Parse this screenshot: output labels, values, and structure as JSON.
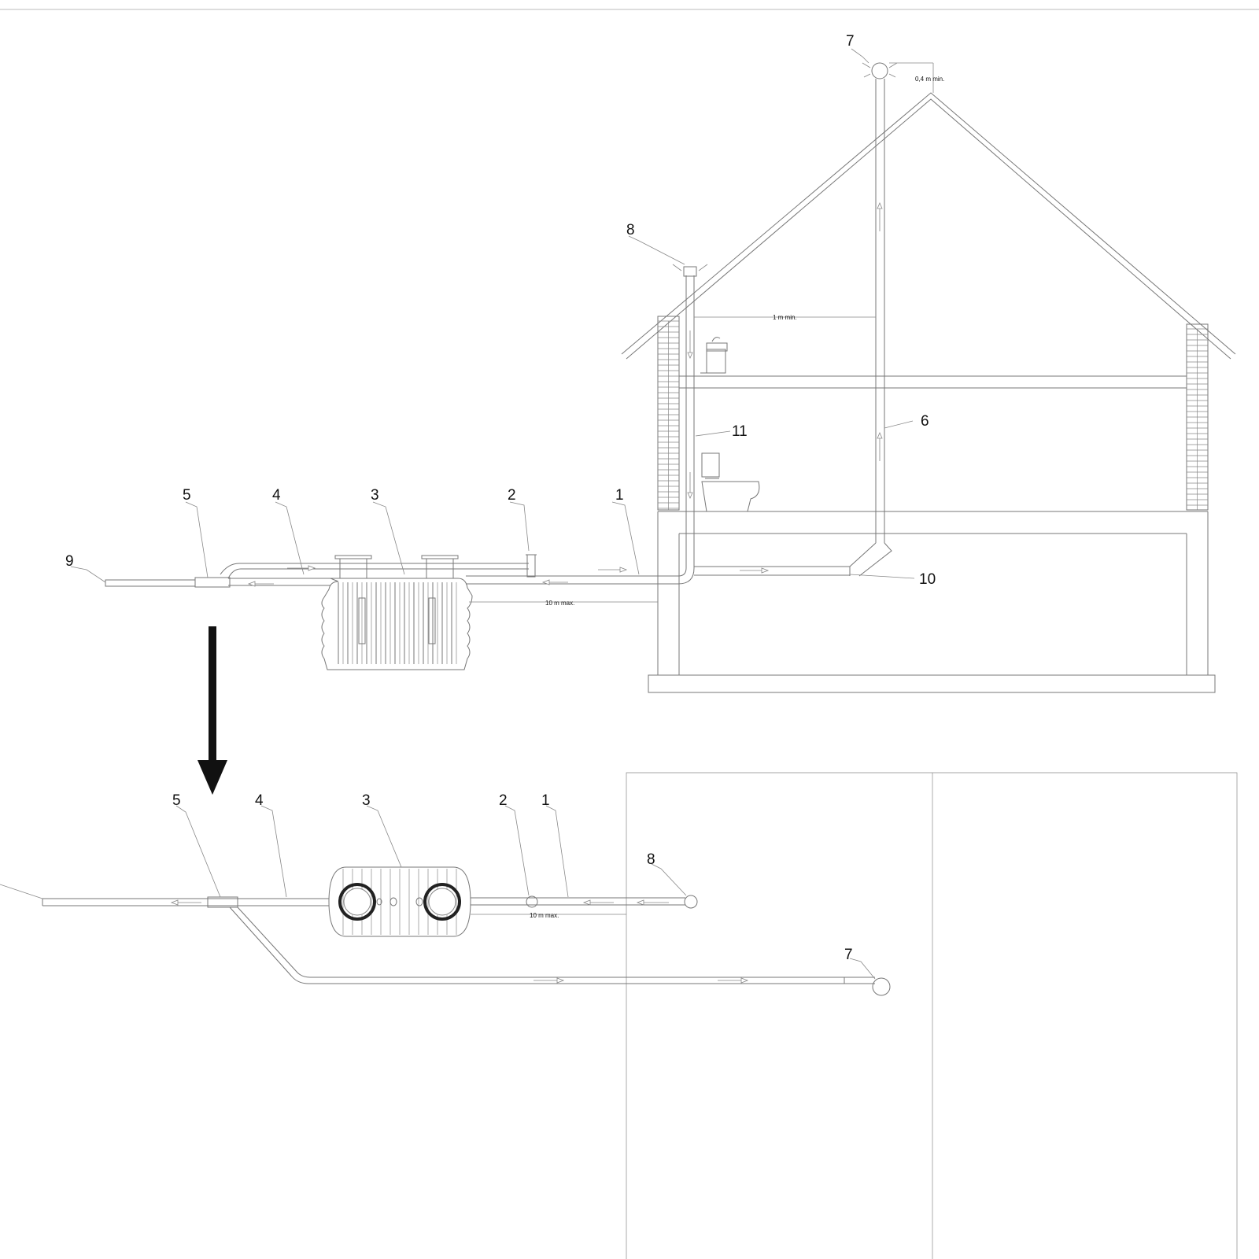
{
  "section": {
    "labels": {
      "l1": "1",
      "l2": "2",
      "l3": "3",
      "l4": "4",
      "l5": "5",
      "l6": "6",
      "l7": "7",
      "l8": "8",
      "l9": "9",
      "l10": "10",
      "l11": "11"
    },
    "dims": {
      "top_clearance": "0,4 m min.",
      "vent_spacing": "1 m min.",
      "tank_distance": "10 m max."
    }
  },
  "plan": {
    "labels": {
      "l1": "1",
      "l2": "2",
      "l3": "3",
      "l4": "4",
      "l5": "5",
      "l7": "7",
      "l8": "8"
    },
    "dims": {
      "tank_distance": "10 m max."
    }
  },
  "colors": {
    "line": "#777777",
    "arrow": "#111111"
  },
  "icons": {
    "direction": "down-arrow-icon"
  }
}
